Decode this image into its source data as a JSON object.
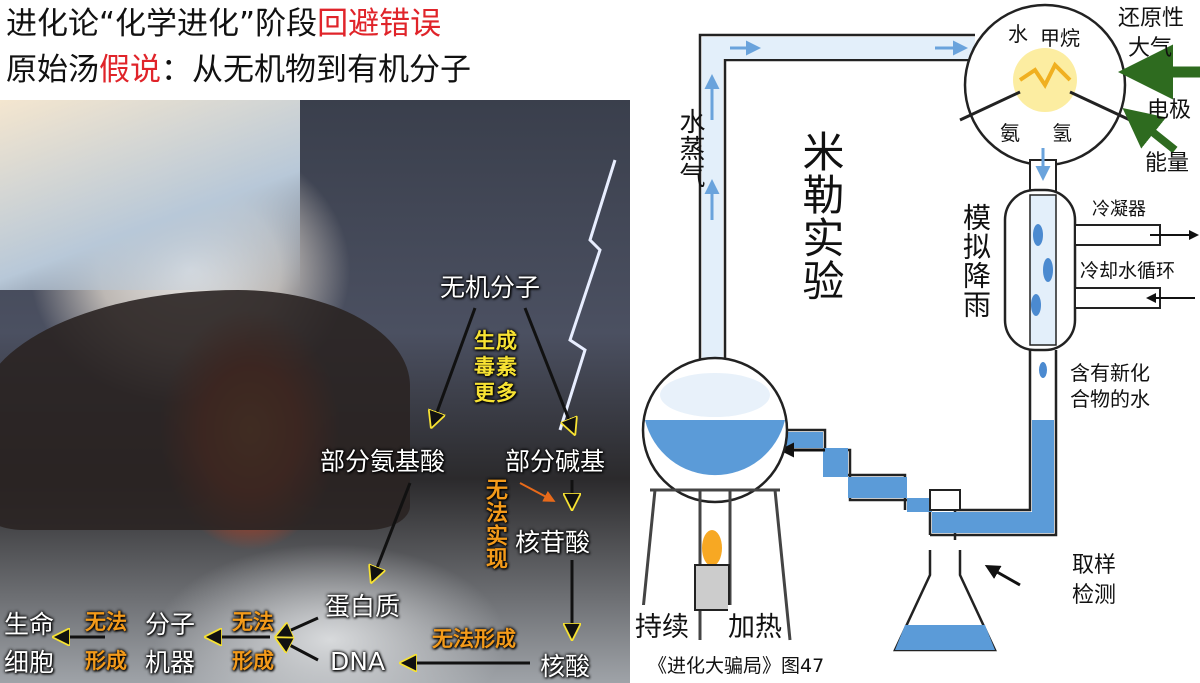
{
  "title": {
    "line1_a": "进化论“化学进化”阶段",
    "line1_b": "回避错误",
    "line2_a": "原始汤",
    "line2_b": "假说",
    "line2_c": "：从无机物到有机分子"
  },
  "flow": {
    "inorganic": "无机分子",
    "toxins": "生成毒素更多",
    "amino_acids": "部分氨基酸",
    "bases": "部分碱基",
    "impossible": "无法实现",
    "nucleotides": "核苷酸",
    "protein": "蛋白质",
    "dna": "DNA",
    "nucleic_acid": "核酸",
    "cannot_form": "无法形成",
    "cannot_1": "无法",
    "form_1": "形成",
    "molecular_1": "分子",
    "machine_1": "机器",
    "cannot_2": "无法",
    "form_2": "形成",
    "life_1": "生命",
    "cell_1": "细胞"
  },
  "miller": {
    "title": "米勒实验",
    "steam": "水蒸气",
    "reducing_atmosphere_1": "还原性",
    "reducing_atmosphere_2": "大气",
    "electrode": "电极",
    "energy": "能量",
    "water": "水",
    "methane": "甲烷",
    "ammonia": "氨",
    "hydrogen": "氢",
    "condenser": "冷凝器",
    "cooling_water": "冷却水循环",
    "simulated_rain": "模拟降雨",
    "new_compounds_1": "含有新化",
    "new_compounds_2": "合物的水",
    "sampling_1": "取样",
    "sampling_2": "检测",
    "continuous": "持续",
    "heating": "加热",
    "caption": "《进化大骗局》图47"
  },
  "colors": {
    "accent_red": "#e0242a",
    "yellow": "#f7e233",
    "orange": "#f39a1a",
    "water_blue": "#5b9bd8",
    "arrow_green": "#2e6b1f"
  }
}
